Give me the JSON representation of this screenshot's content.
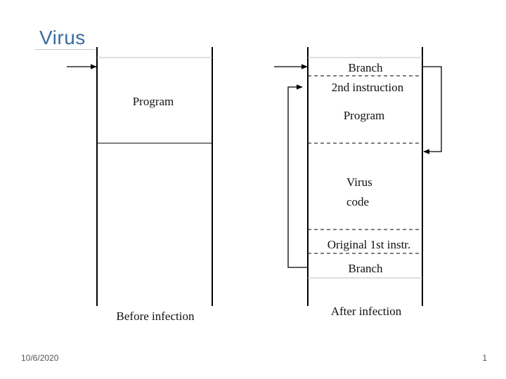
{
  "title": "Virus",
  "footer": {
    "date": "10/6/2020",
    "page": "1"
  },
  "diagram": {
    "before": {
      "program_label": "Program",
      "caption": "Before infection"
    },
    "after": {
      "branch_top_label": "Branch",
      "second_instruction_label": "2nd instruction",
      "program_label": "Program",
      "virus_label_line1": "Virus",
      "virus_label_line2": "code",
      "original_instr_label": "Original 1st instr.",
      "branch_bottom_label": "Branch",
      "caption": "After infection"
    }
  }
}
